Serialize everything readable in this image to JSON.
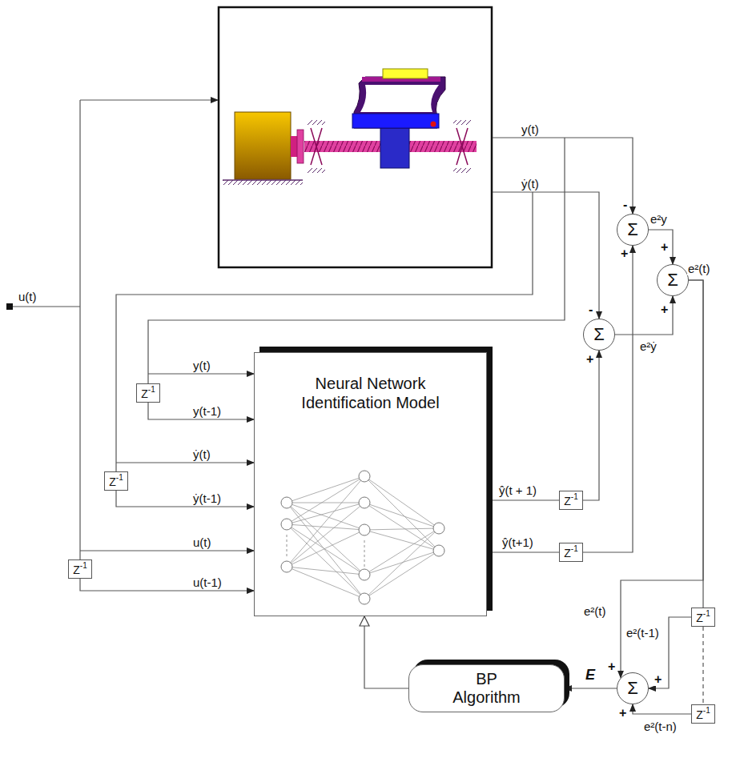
{
  "diagram": {
    "nodes": [
      {
        "text": [
          "Neural Network Identification Model"
        ]
      },
      {
        "text": [
          "Z",
          "-1"
        ]
      },
      {
        "text": [
          "Z",
          "-1"
        ]
      },
      {
        "text": [
          "Z",
          "-1"
        ]
      },
      {
        "text": [
          "Z",
          "-1"
        ]
      },
      {
        "text": [
          "Z",
          "-1"
        ]
      },
      {
        "text": [
          "Σ"
        ]
      },
      {
        "text": [
          "Σ"
        ]
      },
      {
        "text": [
          "Σ"
        ]
      },
      {
        "text": [
          "Σ"
        ]
      },
      {
        "text": [
          "Z",
          "-1"
        ]
      },
      {
        "text": [
          "Z",
          "-1"
        ]
      },
      {
        "text": [
          "BP Algorithm"
        ]
      }
    ],
    "edges": [
      {
        "from": 0,
        "to": 4,
        "arrow": "none",
        "label": "ẏ̂(t + 1)"
      },
      {
        "from": 0,
        "to": 5,
        "arrow": "none",
        "label": "ŷ(t+1)"
      },
      {
        "from": 4,
        "to": 8,
        "arrow": "to"
      },
      {
        "from": 5,
        "to": 6,
        "arrow": "to"
      },
      {
        "from": 6,
        "to": 7,
        "arrow": "to"
      },
      {
        "from": 8,
        "to": 7,
        "arrow": "to"
      },
      {
        "from": 7,
        "to": 10,
        "arrow": "none",
        "label": "e²(t)"
      },
      {
        "from": 7,
        "to": 9,
        "arrow": "to",
        "label": "e²(t)"
      },
      {
        "from": 10,
        "to": 9,
        "arrow": "to",
        "label": "e²(t-1)"
      },
      {
        "from": 10,
        "to": 11,
        "arrow": "none"
      },
      {
        "from": 11,
        "to": 9,
        "arrow": "to",
        "label": "e²(t-n)"
      },
      {
        "from": 9,
        "to": 12,
        "arrow": "to",
        "label": "E"
      },
      {
        "from": 12,
        "to": 0,
        "arrow": "to"
      },
      {
        "from": 1,
        "to": 0,
        "arrow": "to",
        "label": "y(t-1)"
      },
      {
        "from": 2,
        "to": 0,
        "arrow": "to",
        "label": "ẏ(t-1)"
      },
      {
        "from": 3,
        "to": 0,
        "arrow": "to",
        "label": "u(t-1)"
      }
    ],
    "labels": [
      "u(t)",
      "y(t)",
      "ẏ(t)",
      "y(t)",
      "ẏ(t)",
      "u(t)",
      "-",
      "+",
      "e²y",
      "+",
      "+",
      "-",
      "+",
      "e²ẏ",
      "+",
      "+",
      "+"
    ]
  }
}
